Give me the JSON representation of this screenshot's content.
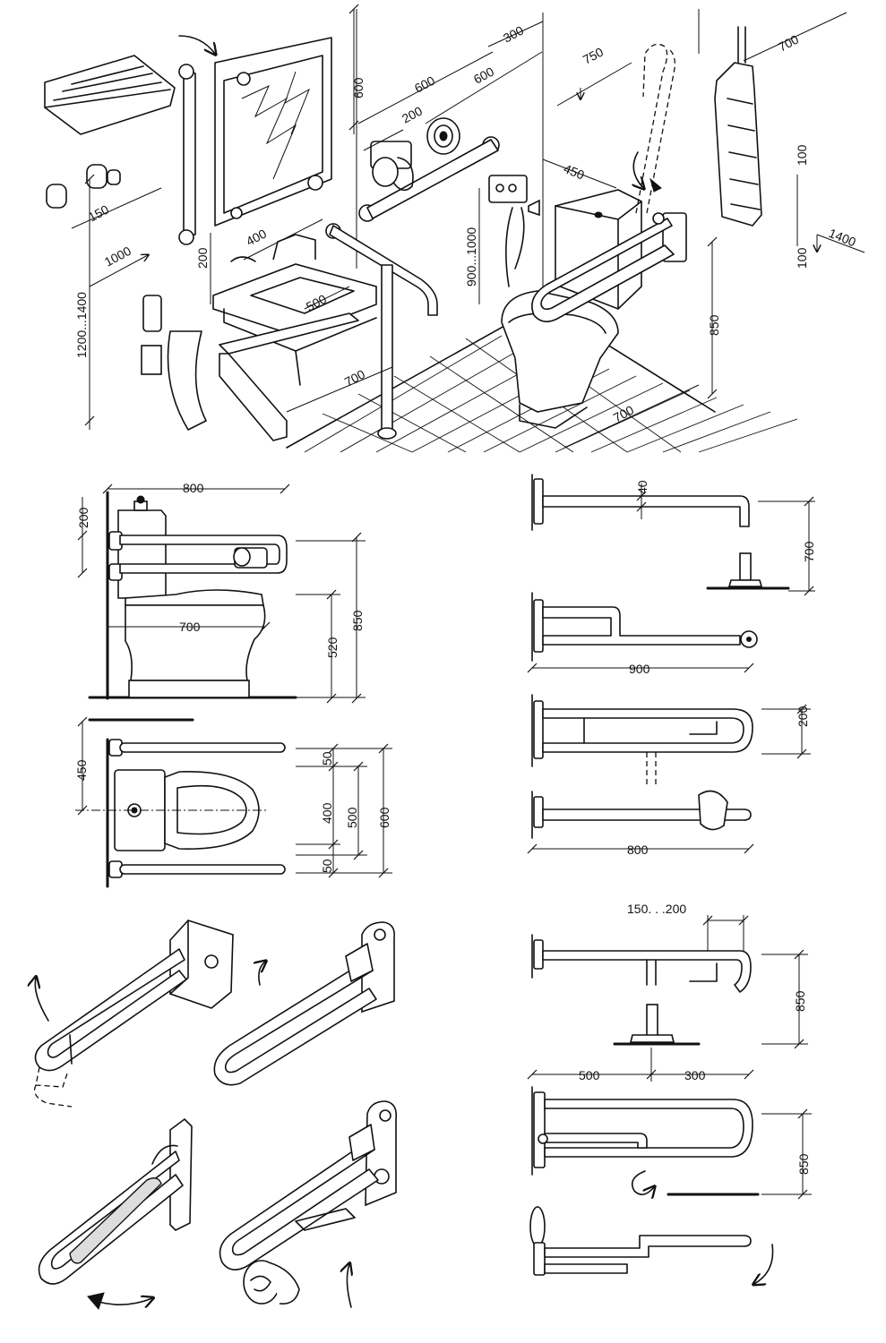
{
  "dimensions": {
    "iso_1200_1400": "1200...1400",
    "iso_1000_left": "1000",
    "iso_150": "150",
    "iso_200_basin": "200",
    "iso_400_basin": "400",
    "iso_500_basin": "500",
    "iso_700_basin": "700",
    "iso_600_mirror": "600",
    "iso_600_a": "600",
    "iso_200_paper": "200",
    "iso_300": "300",
    "iso_600_b": "600",
    "iso_750": "750",
    "iso_450": "450",
    "iso_900_1000": "900...1000",
    "iso_850_wc": "850",
    "iso_700_floor": "700",
    "iso_700_wall": "700",
    "iso_100_a": "100",
    "iso_100_b": "100",
    "iso_1400": "1400",
    "side_800": "800",
    "side_200": "200",
    "side_700": "700",
    "side_520": "520",
    "side_850": "850",
    "plan_450": "450",
    "plan_50_top": "50",
    "plan_400": "400",
    "plan_500": "500",
    "plan_600": "600",
    "plan_50_bottom": "50",
    "r1_40": "40",
    "r1_700": "700",
    "r2_900": "900",
    "r3_200": "200",
    "r4_800": "800",
    "r5_150_200": "150. . .200",
    "r5_850": "850",
    "r5_500": "500",
    "r5_300": "300",
    "r6_850": "850"
  }
}
